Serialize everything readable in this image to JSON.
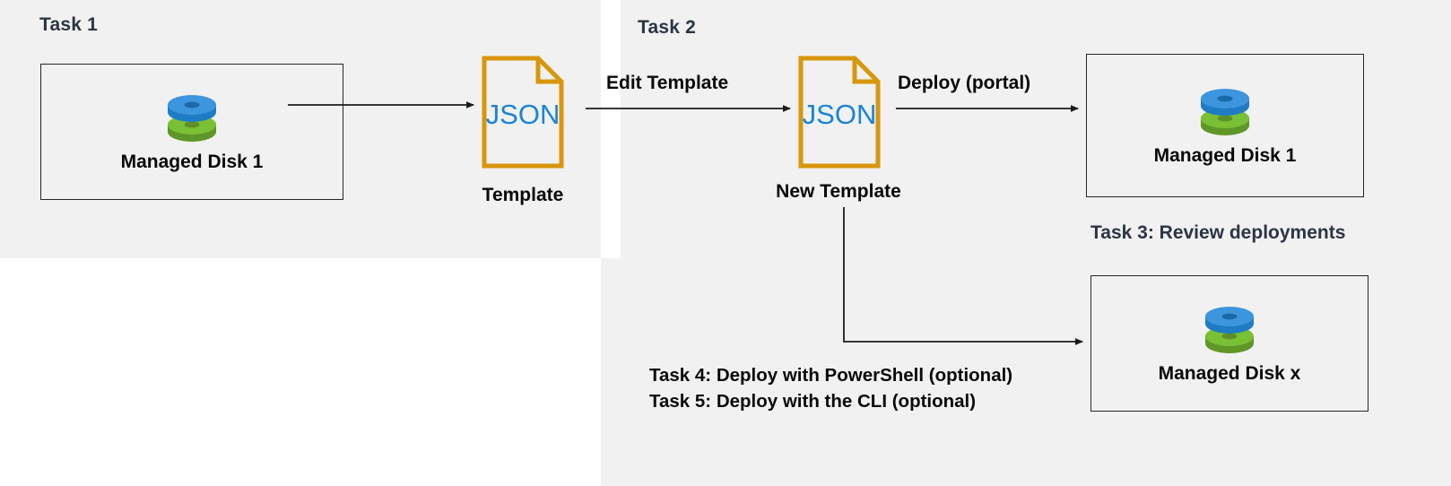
{
  "diagram": {
    "title_color": "#2c3444",
    "panel_bg": "#f1f1f1",
    "accent_json": "#d8960a",
    "accent_json_text": "#1a84d6",
    "disk_blue": "#3d95dd",
    "disk_green": "#7ac035",
    "line_color": "#262626"
  },
  "sections": {
    "task1": {
      "title": "Task 1"
    },
    "task2": {
      "title": "Task 2"
    },
    "task3": {
      "title": "Task 3: Review deployments"
    }
  },
  "boxes": {
    "disk1_left": {
      "label": "Managed Disk 1",
      "icon": "managed-disk-icon"
    },
    "disk1_right": {
      "label": "Managed Disk 1",
      "icon": "managed-disk-icon"
    },
    "diskx": {
      "label": "Managed Disk x",
      "icon": "managed-disk-icon"
    }
  },
  "documents": {
    "template": {
      "doc_text": "JSON",
      "caption": "Template",
      "icon": "json-file-icon"
    },
    "new_template": {
      "doc_text": "JSON",
      "caption": "New Template",
      "icon": "json-file-icon"
    }
  },
  "connectors": {
    "export": {
      "label": ""
    },
    "edit_template": {
      "label": "Edit Template"
    },
    "deploy_portal": {
      "label": "Deploy (portal)"
    },
    "deploy_script": {
      "label": ""
    }
  },
  "notes": {
    "task4": "Task 4: Deploy with PowerShell (optional)",
    "task5": "Task 5: Deploy with the CLI (optional)"
  }
}
